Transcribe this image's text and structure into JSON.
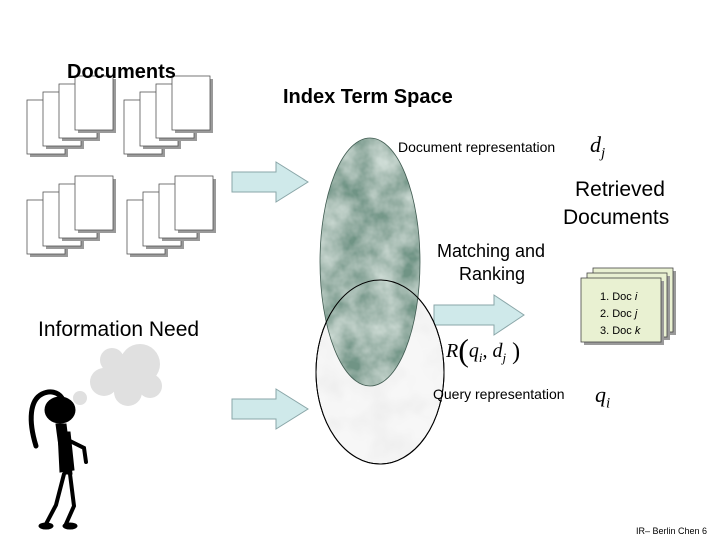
{
  "labels": {
    "documents": "Documents",
    "index_term_space": "Index Term Space",
    "document_representation": "Document representation",
    "retrieved_documents_line1": "Retrieved",
    "retrieved_documents_line2": "Documents",
    "matching_line1": "Matching and",
    "matching_line2": "Ranking",
    "information_need": "Information Need",
    "query_representation": "Query representation",
    "footer": "IR– Berlin Chen 6"
  },
  "math": {
    "dj_base": "d",
    "dj_sub": "j",
    "qi_base": "q",
    "qi_sub": "i",
    "rel_R": "R",
    "rel_q": "q",
    "rel_i": "i",
    "rel_comma": ",",
    "rel_d": "d",
    "rel_j": "j"
  },
  "results": [
    {
      "prefix": "1. Doc ",
      "var": "i"
    },
    {
      "prefix": "2. Doc ",
      "var": "j"
    },
    {
      "prefix": "3. Doc ",
      "var": "k"
    }
  ],
  "colors": {
    "ellipse_fill": "#6f9485",
    "arrow_fill": "#cfe9ea",
    "result_fill": "#e9f1d2",
    "page_fill": "#ffffff",
    "page_shadow": "#9a9a9a"
  }
}
